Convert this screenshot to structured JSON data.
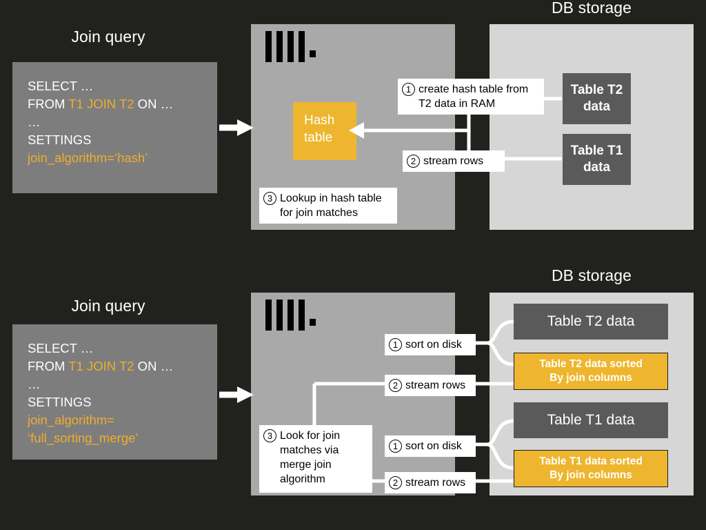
{
  "diagram": {
    "background": "#21211e",
    "accent": "#eeb62e",
    "engine_panel_color": "#a9a9a9",
    "storage_panel_color": "#d6d6d6",
    "table_box_color": "#5a5a5a",
    "query_box_color": "#7d7d7d"
  },
  "top": {
    "query_heading": "Join query",
    "storage_heading": "DB storage",
    "query": {
      "line1": "SELECT …",
      "line2_prefix": "FROM ",
      "line2_highlight": "T1 JOIN T2",
      "line2_suffix": " ON …",
      "line3": "…",
      "line4": "SETTINGS",
      "line5": "join_algorithm=‘hash’"
    },
    "hash_box": {
      "line1": "Hash",
      "line2": "table"
    },
    "steps": [
      {
        "number": "1",
        "text": "create hash table from T2 data in RAM"
      },
      {
        "number": "2",
        "text": "stream rows"
      },
      {
        "number": "3",
        "text": "Lookup in hash table for join matches"
      }
    ],
    "tables": [
      {
        "line1": "Table T2",
        "line2": "data"
      },
      {
        "line1": "Table T1",
        "line2": "data"
      }
    ]
  },
  "bottom": {
    "query_heading": "Join query",
    "storage_heading": "DB storage",
    "query": {
      "line1": "SELECT …",
      "line2_prefix": "FROM ",
      "line2_highlight": "T1 JOIN T2",
      "line2_suffix": " ON …",
      "line3": "…",
      "line4": "SETTINGS",
      "line5": "join_algorithm=",
      "line6": "‘full_sorting_merge’"
    },
    "steps": [
      {
        "number": "1",
        "text": "sort on disk"
      },
      {
        "number": "2",
        "text": "stream rows"
      },
      {
        "number": "3",
        "text": "Look for join matches via merge join algorithm"
      },
      {
        "number": "1",
        "text": "sort on disk"
      },
      {
        "number": "2",
        "text": "stream rows"
      }
    ],
    "tables": [
      {
        "label": "Table T2 data",
        "sorted": false
      },
      {
        "line1": "Table T2 data sorted",
        "line2": "By join columns",
        "sorted": true
      },
      {
        "label": "Table T1 data",
        "sorted": false
      },
      {
        "line1": "Table T1 data sorted",
        "line2": "By join columns",
        "sorted": true
      }
    ]
  }
}
